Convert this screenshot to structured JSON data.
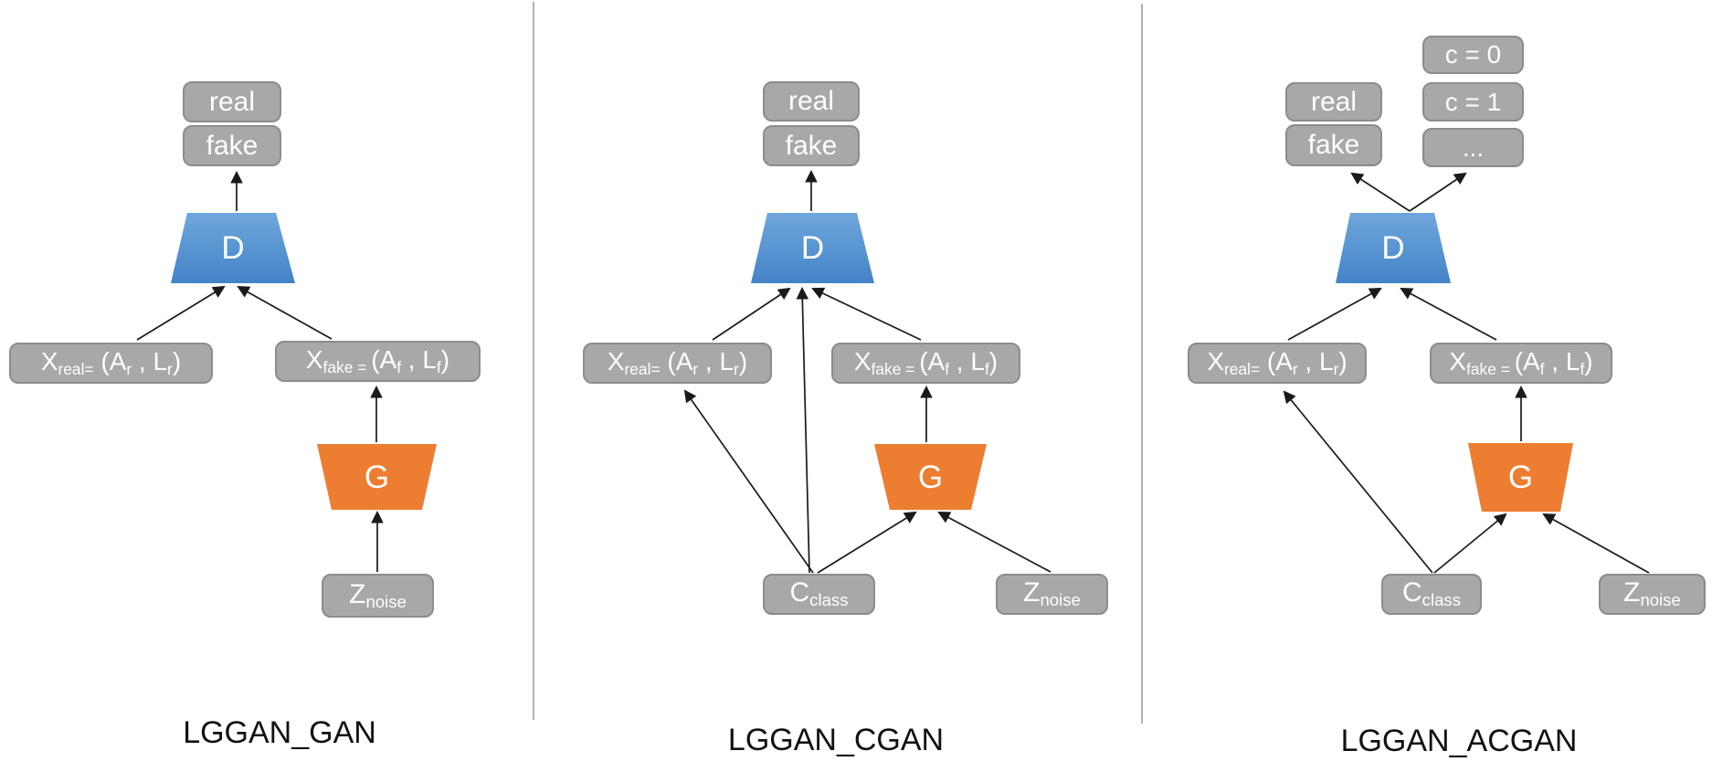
{
  "figure": {
    "colors": {
      "discriminator_top": "#6FA7DD",
      "discriminator_bottom": "#4383C6",
      "generator_fill": "#ED7D31",
      "node_fill": "#A8A8A8",
      "node_border": "#8C8C8C",
      "node_text": "#FFFFFF",
      "arrow": "#1A1A1A",
      "divider": "#B3B3B3",
      "caption_text": "#111111"
    }
  },
  "panels": [
    {
      "caption": "LGGAN_GAN",
      "nodes": {
        "real": "real",
        "fake": "fake",
        "discriminator": "D",
        "generator": "G",
        "x_real": [
          {
            "t": "X"
          },
          {
            "t": "real=",
            "sub": true
          },
          {
            "t": " (A"
          },
          {
            "t": "r",
            "sub": true
          },
          {
            "t": " , L"
          },
          {
            "t": "r",
            "sub": true
          },
          {
            "t": ")"
          }
        ],
        "x_fake": [
          {
            "t": "X"
          },
          {
            "t": "fake = ",
            "sub": true
          },
          {
            "t": "(A"
          },
          {
            "t": "f",
            "sub": true
          },
          {
            "t": " , L"
          },
          {
            "t": "f",
            "sub": true
          },
          {
            "t": ")"
          }
        ],
        "z_noise": [
          {
            "t": "Z"
          },
          {
            "t": "noise",
            "sub": true
          }
        ]
      }
    },
    {
      "caption": "LGGAN_CGAN",
      "nodes": {
        "real": "real",
        "fake": "fake",
        "discriminator": "D",
        "generator": "G",
        "x_real": [
          {
            "t": "X"
          },
          {
            "t": "real=",
            "sub": true
          },
          {
            "t": " (A"
          },
          {
            "t": "r",
            "sub": true
          },
          {
            "t": " , L"
          },
          {
            "t": "r",
            "sub": true
          },
          {
            "t": ")"
          }
        ],
        "x_fake": [
          {
            "t": "X"
          },
          {
            "t": "fake = ",
            "sub": true
          },
          {
            "t": "(A"
          },
          {
            "t": "f",
            "sub": true
          },
          {
            "t": " , L"
          },
          {
            "t": "f",
            "sub": true
          },
          {
            "t": ")"
          }
        ],
        "c_class": [
          {
            "t": "C"
          },
          {
            "t": "class",
            "sub": true
          }
        ],
        "z_noise": [
          {
            "t": "Z"
          },
          {
            "t": "noise",
            "sub": true
          }
        ]
      }
    },
    {
      "caption": "LGGAN_ACGAN",
      "nodes": {
        "real": "real",
        "fake": "fake",
        "c0": "c = 0",
        "c1": "c = 1",
        "more": "...",
        "discriminator": "D",
        "generator": "G",
        "x_real": [
          {
            "t": "X"
          },
          {
            "t": "real=",
            "sub": true
          },
          {
            "t": " (A"
          },
          {
            "t": "r",
            "sub": true
          },
          {
            "t": " , L"
          },
          {
            "t": "r",
            "sub": true
          },
          {
            "t": ")"
          }
        ],
        "x_fake": [
          {
            "t": "X"
          },
          {
            "t": "fake = ",
            "sub": true
          },
          {
            "t": "(A"
          },
          {
            "t": "f",
            "sub": true
          },
          {
            "t": " , L"
          },
          {
            "t": "f",
            "sub": true
          },
          {
            "t": ")"
          }
        ],
        "c_class": [
          {
            "t": "C"
          },
          {
            "t": "class",
            "sub": true
          }
        ],
        "z_noise": [
          {
            "t": "Z"
          },
          {
            "t": "noise",
            "sub": true
          }
        ]
      }
    }
  ]
}
